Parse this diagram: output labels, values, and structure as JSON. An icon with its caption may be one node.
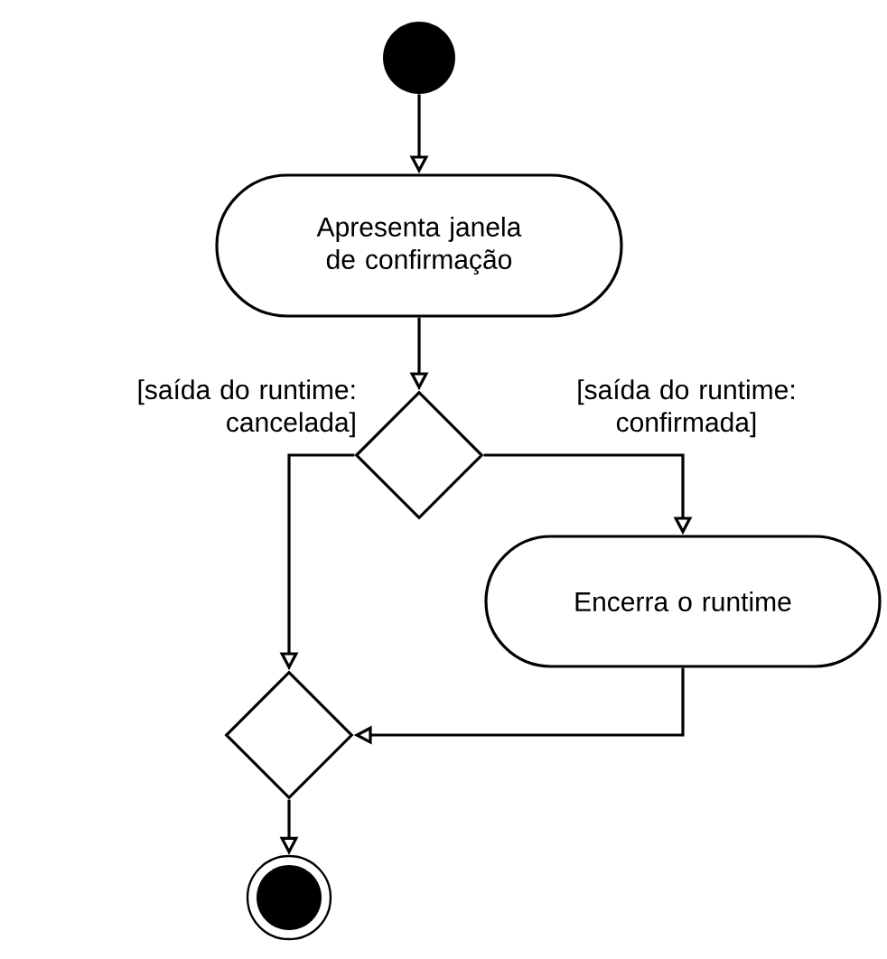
{
  "diagram": {
    "nodes": [
      {
        "text": [],
        "shape": "circle"
      },
      {
        "text": [
          "Apresenta janela de confirmação"
        ]
      },
      {
        "text": [],
        "shape": "diamond"
      },
      {
        "text": [
          "Encerra o runtime"
        ]
      },
      {
        "text": [],
        "shape": "diamond"
      },
      {
        "text": [],
        "shape": "circle"
      }
    ],
    "edges": [
      {
        "from": 0,
        "to": 1,
        "arrow": "to"
      },
      {
        "from": 1,
        "to": 2,
        "arrow": "to"
      },
      {
        "from": 2,
        "to": 3,
        "arrow": "to",
        "label": "[saída do runtime: confirmada]"
      },
      {
        "from": 2,
        "to": 4,
        "arrow": "to",
        "label": "[saída do runtime: cancelada]"
      },
      {
        "from": 3,
        "to": 4,
        "arrow": "to"
      },
      {
        "from": 4,
        "to": 5,
        "arrow": "to"
      }
    ]
  }
}
